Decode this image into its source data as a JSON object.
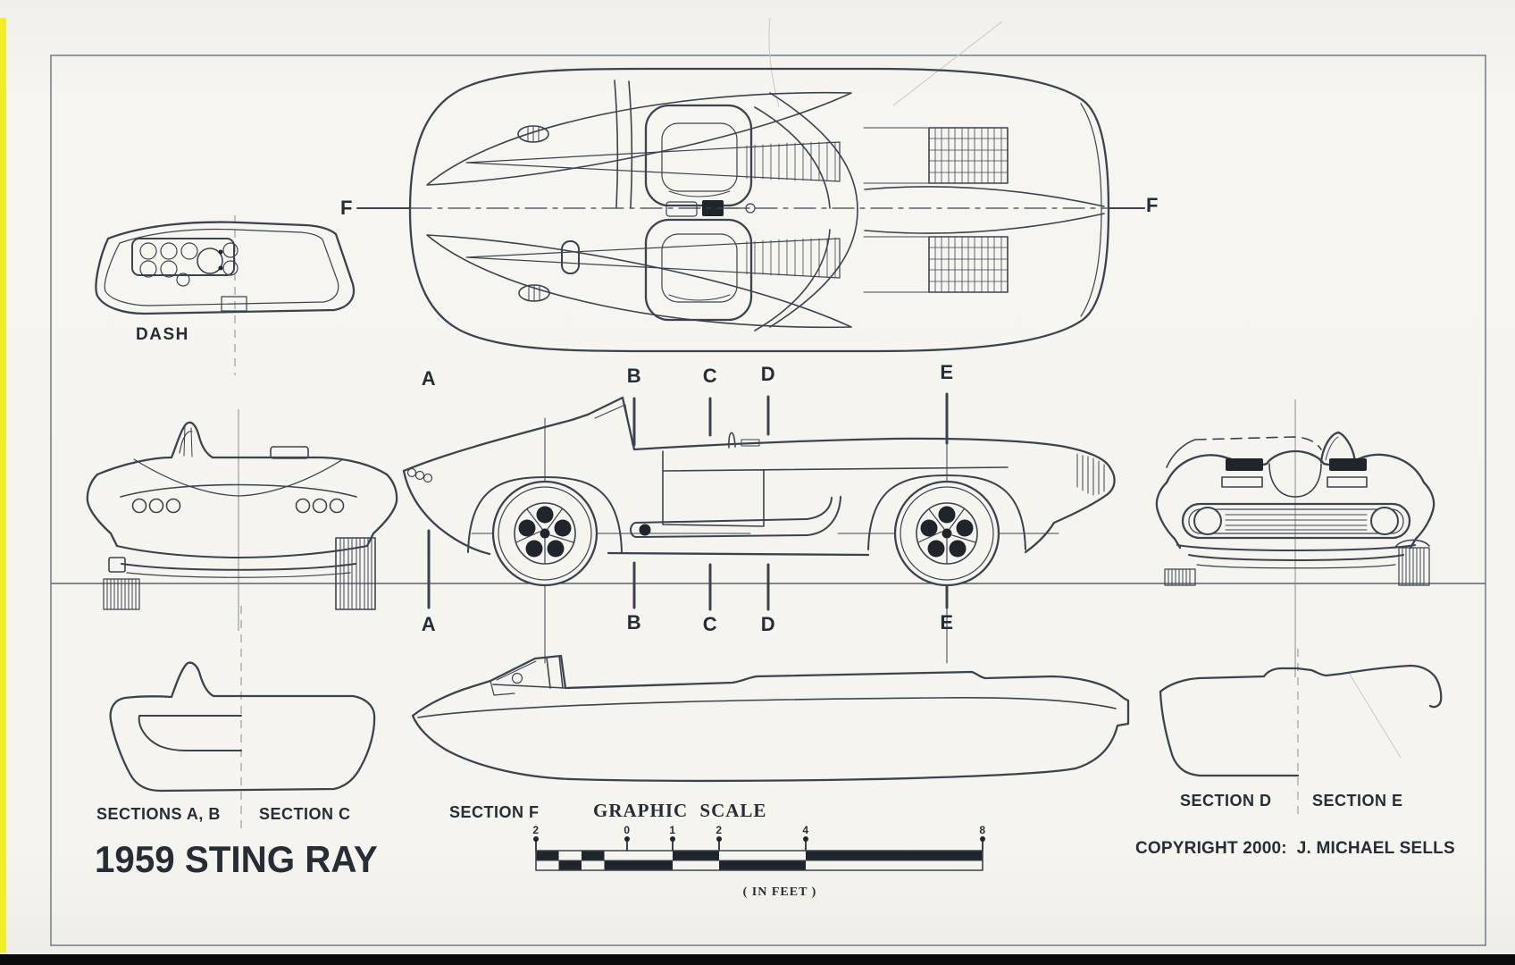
{
  "drawing": {
    "title": "1959 STING RAY",
    "copyright": "COPYRIGHT 2000:  J. MICHAEL SELLS",
    "dash_label": "DASH",
    "graphic_scale_label": "GRAPHIC SCALE",
    "scale_units_label": "( IN FEET )",
    "section_labels": {
      "sections_ab": "SECTIONS A, B",
      "section_c": "SECTION C",
      "section_f": "SECTION F",
      "section_d": "SECTION D",
      "section_e": "SECTION E"
    },
    "cut_letters": {
      "f_left": "F",
      "f_right": "F",
      "top": [
        "A",
        "B",
        "C",
        "D",
        "E"
      ],
      "bottom": [
        "A",
        "B",
        "C",
        "D",
        "E"
      ]
    },
    "scale_ticks": [
      "2",
      "0",
      "1",
      "2",
      "4",
      "8"
    ]
  },
  "colors": {
    "ink": "#3c4350",
    "text": "#272d36",
    "paper": "#f6f4ee",
    "yellow_strip": "#f1ee25",
    "footer_bar": "#0b0b0d"
  }
}
